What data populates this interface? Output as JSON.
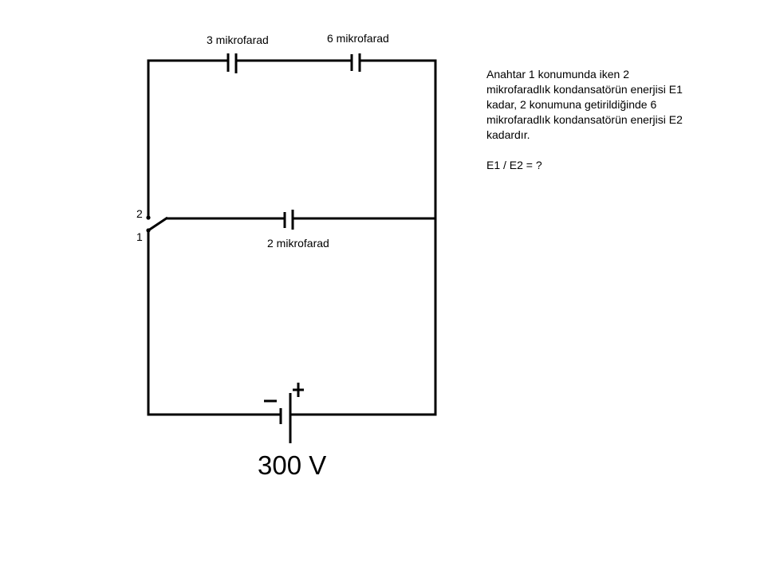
{
  "labels": {
    "cap_top_left": "3 mikrofarad",
    "cap_top_right": "6 mikrofarad",
    "cap_middle": "2 mikrofarad",
    "switch_pos_2": "2",
    "switch_pos_1": "1",
    "battery_voltage": "300 V",
    "battery_minus": "−",
    "battery_plus": "+"
  },
  "question": {
    "line1": "Anahtar 1 konumunda iken 2",
    "line2": "mikrofaradlık kondansatörün enerjisi E1",
    "line3": "kadar, 2 konumuna getirildiğinde 6",
    "line4": "mikrofaradlık kondansatörün enerjisi E2",
    "line5": "kadardır.",
    "ask": "E1 / E2 = ?"
  },
  "colors": {
    "wire": "#000000",
    "background": "#ffffff"
  }
}
